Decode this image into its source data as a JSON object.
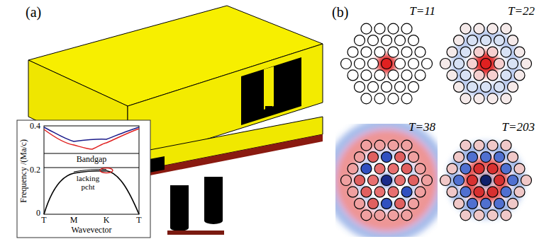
{
  "diagram": {
    "labels": [
      "(a)",
      "Frequency /(Ma/c)",
      "0.4",
      "0.2",
      "0",
      "Bandgap",
      "lacking",
      "pcht",
      "T",
      "M",
      "K",
      "T",
      "Wavevector",
      "(b)",
      "T=11",
      "T=22",
      "T=38",
      "T=203"
    ]
  }
}
